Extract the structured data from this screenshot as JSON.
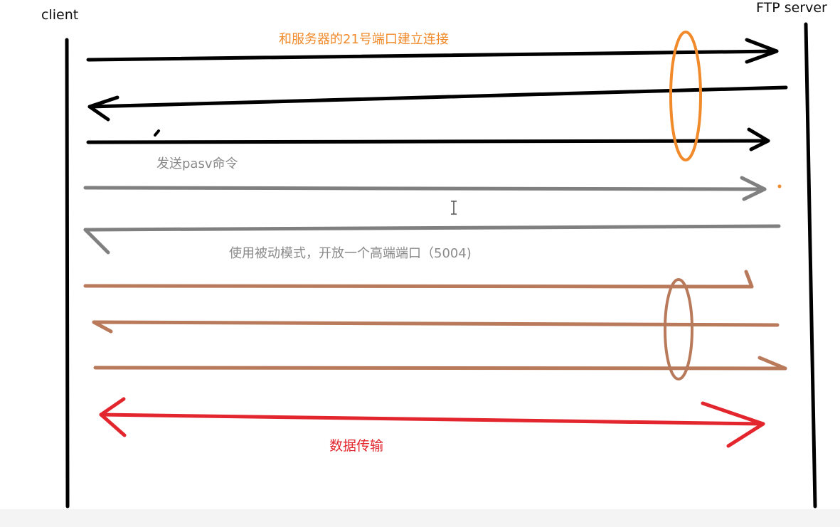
{
  "diagram": {
    "client_label": "client",
    "server_label": "FTP server",
    "connect_label": "和服务器的21号端口建立连接",
    "pasv_label": "发送pasv命令",
    "passive_mode_label": "使用被动模式，开放一个高端端口（5004)",
    "data_transfer_label": "数据传输"
  },
  "colors": {
    "lifeline": "#000000",
    "control_handshake": "#000000",
    "handshake_highlight": "#f08a2a",
    "pasv_command": "#808080",
    "data_handshake": "#b87a5a",
    "data_transfer": "#e3262d",
    "cursor_dot": "#f08a2a"
  },
  "icons": {
    "cursor": "text-cursor-icon"
  }
}
